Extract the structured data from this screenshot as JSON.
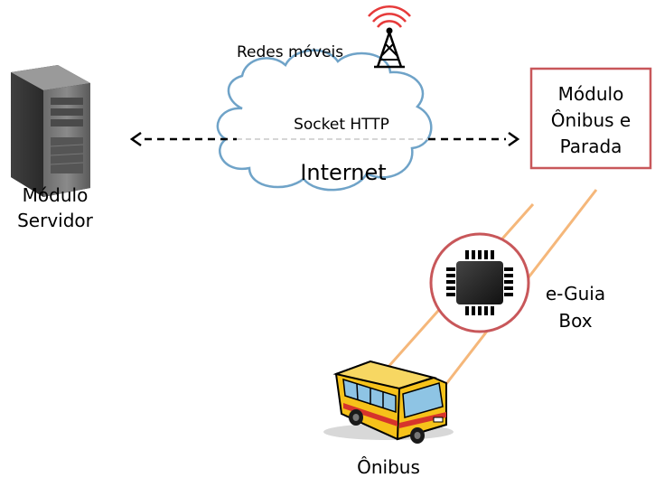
{
  "labels": {
    "mobile_networks": "Redes móveis",
    "socket_http": "Socket HTTP",
    "internet": "Internet",
    "server_line1": "Módulo",
    "server_line2": "Servidor",
    "bus_stop_line1": "Módulo",
    "bus_stop_line2": "Ônibus e",
    "bus_stop_line3": "Parada",
    "eguia_line1": "e-Guia",
    "eguia_line2": "Box",
    "bus": "Ônibus"
  },
  "icons": {
    "server": "server-tower-icon",
    "antenna": "cell-tower-icon",
    "chip": "microchip-icon",
    "bus": "bus-icon",
    "cloud": "cloud-icon"
  },
  "colors": {
    "cloud_stroke": "#6fa3c8",
    "box_stroke": "#c8575a",
    "chip_circle_stroke": "#c8575a",
    "link_lines": "#f5b77a",
    "arrow": "#000000",
    "antenna_waves": "#e63a3a",
    "bus_body": "#f6c21a"
  }
}
